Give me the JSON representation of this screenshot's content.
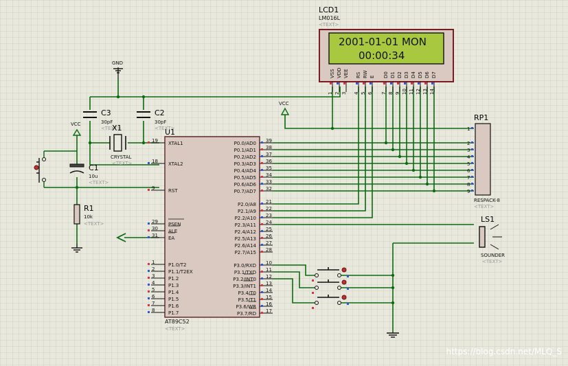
{
  "canvas": {
    "background": "#e8e8dc",
    "grid": true,
    "grid_color": "#cfcfc4",
    "wire_color": "#0b6b10",
    "body_color": "#d9c9c0",
    "outline_color": "#7a1a22"
  },
  "lcd": {
    "ref": "LCD1",
    "part": "LM016L",
    "text_hint": "<TEXT>",
    "line1": "2001-01-01 MON",
    "line2": "00:00:34",
    "screen_color": "#a8c840",
    "pins": [
      {
        "name": "VSS",
        "num": "1"
      },
      {
        "name": "VDD",
        "num": "2"
      },
      {
        "name": "VEE",
        "num": "3"
      },
      {
        "name": "RS",
        "num": "4"
      },
      {
        "name": "RW",
        "num": "5"
      },
      {
        "name": "E",
        "num": "6"
      },
      {
        "name": "D0",
        "num": "7"
      },
      {
        "name": "D1",
        "num": "8"
      },
      {
        "name": "D2",
        "num": "9"
      },
      {
        "name": "D3",
        "num": "10"
      },
      {
        "name": "D4",
        "num": "11"
      },
      {
        "name": "D5",
        "num": "12"
      },
      {
        "name": "D6",
        "num": "13"
      },
      {
        "name": "D7",
        "num": "14"
      }
    ]
  },
  "mcu": {
    "ref": "U1",
    "part": "AT89C52",
    "text_hint": "<TEXT>",
    "left_pins": [
      {
        "name": "XTAL1",
        "num": "19"
      },
      {
        "name": "XTAL2",
        "num": "18"
      },
      {
        "name": "RST",
        "num": "9"
      },
      {
        "name": "PSEN",
        "num": "29"
      },
      {
        "name": "ALE",
        "num": "30"
      },
      {
        "name": "EA",
        "num": "31"
      },
      {
        "name": "P1.0/T2",
        "num": "1"
      },
      {
        "name": "P1.1/T2EX",
        "num": "2"
      },
      {
        "name": "P1.2",
        "num": "3"
      },
      {
        "name": "P1.3",
        "num": "4"
      },
      {
        "name": "P1.4",
        "num": "5"
      },
      {
        "name": "P1.5",
        "num": "6"
      },
      {
        "name": "P1.6",
        "num": "7"
      },
      {
        "name": "P1.7",
        "num": "8"
      }
    ],
    "right_pins": [
      {
        "name": "P0.0/AD0",
        "num": "39"
      },
      {
        "name": "P0.1/AD1",
        "num": "38"
      },
      {
        "name": "P0.2/AD2",
        "num": "37"
      },
      {
        "name": "P0.3/AD3",
        "num": "36"
      },
      {
        "name": "P0.4/AD4",
        "num": "35"
      },
      {
        "name": "P0.5/AD5",
        "num": "34"
      },
      {
        "name": "P0.6/AD6",
        "num": "33"
      },
      {
        "name": "P0.7/AD7",
        "num": "32"
      },
      {
        "name": "P2.0/A8",
        "num": "21"
      },
      {
        "name": "P2.1/A9",
        "num": "22"
      },
      {
        "name": "P2.2/A10",
        "num": "23"
      },
      {
        "name": "P2.3/A11",
        "num": "24"
      },
      {
        "name": "P2.4/A12",
        "num": "25"
      },
      {
        "name": "P2.5/A13",
        "num": "26"
      },
      {
        "name": "P2.6/A14",
        "num": "27"
      },
      {
        "name": "P2.7/A15",
        "num": "28"
      },
      {
        "name": "P3.0/RXD",
        "num": "10"
      },
      {
        "name": "P3.1/TXD",
        "num": "11"
      },
      {
        "name": "P3.2/INT0",
        "num": "12"
      },
      {
        "name": "P3.3/INT1",
        "num": "13"
      },
      {
        "name": "P3.4/T0",
        "num": "14"
      },
      {
        "name": "P3.5/T1",
        "num": "15"
      },
      {
        "name": "P3.6/WR",
        "num": "16"
      },
      {
        "name": "P3.7/RD",
        "num": "17"
      }
    ]
  },
  "rp1": {
    "ref": "RP1",
    "part": "RESPACK-8",
    "text_hint": "<TEXT>",
    "pins": [
      "1",
      "2",
      "3",
      "4",
      "5",
      "6",
      "7",
      "8",
      "9"
    ]
  },
  "c3": {
    "ref": "C3",
    "value": "30pF",
    "text_hint": "<TEXT>"
  },
  "c2": {
    "ref": "C2",
    "value": "30pF",
    "text_hint": "<TEXT>"
  },
  "c1": {
    "ref": "C1",
    "value": "10u",
    "text_hint": "<TEXT>"
  },
  "x1": {
    "ref": "X1",
    "part": "CRYSTAL",
    "text_hint": "<TEXT>"
  },
  "r1": {
    "ref": "R1",
    "value": "10k",
    "text_hint": "<TEXT>"
  },
  "ls1": {
    "ref": "LS1",
    "part": "SOUNDER",
    "text_hint": "<TEXT>"
  },
  "power": {
    "gnd": "GND",
    "vcc_left": "VCC",
    "vcc_top": "VCC"
  },
  "watermark": "https://blog.csdn.net/MLQ_S"
}
